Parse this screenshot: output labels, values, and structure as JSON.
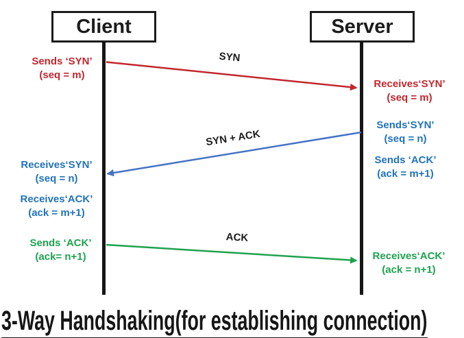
{
  "title": "3-Way Handshaking(for establishing connection)",
  "colors": {
    "red": "#C1272D",
    "blue_arrow": "#4472C4",
    "blue_text": "#2173B9",
    "green": "#1EA24F",
    "line_black": "#161616"
  },
  "diagram": {
    "client_label": "Client",
    "server_label": "Server",
    "messages": [
      {
        "label": "SYN",
        "color": "#C1272D",
        "from": "Client",
        "to": "Server"
      },
      {
        "label": "SYN + ACK",
        "color": "#4472C4",
        "from": "Server",
        "to": "Client"
      },
      {
        "label": "ACK",
        "color": "#1EA24F",
        "from": "Client",
        "to": "Server"
      }
    ],
    "annotations": [
      {
        "id": "client-sends-syn",
        "color": "red",
        "line1": "Sends ‘SYN’",
        "line2": "(seq = m)"
      },
      {
        "id": "server-receives-syn",
        "color": "red",
        "line1": "Receives‘SYN’",
        "line2": "(seq = m)"
      },
      {
        "id": "server-sends-syn",
        "color": "blue",
        "line1": "Sends‘SYN’",
        "line2": "(seq = n)"
      },
      {
        "id": "server-sends-ack",
        "color": "blue",
        "line1": "Sends ‘ACK’",
        "line2": "(ack = m+1)"
      },
      {
        "id": "client-receives-syn",
        "color": "blue",
        "line1": "Receives‘SYN’",
        "line2": "(seq = n)"
      },
      {
        "id": "client-receives-ack",
        "color": "blue",
        "line1": "Receives‘ACK’",
        "line2": "(ack = m+1)"
      },
      {
        "id": "client-sends-ack",
        "color": "green",
        "line1": "Sends ‘ACK’",
        "line2": "(ack= n+1)"
      },
      {
        "id": "server-receives-ack",
        "color": "green",
        "line1": "Receives‘ACK’",
        "line2": "(ack = n+1)"
      }
    ]
  }
}
